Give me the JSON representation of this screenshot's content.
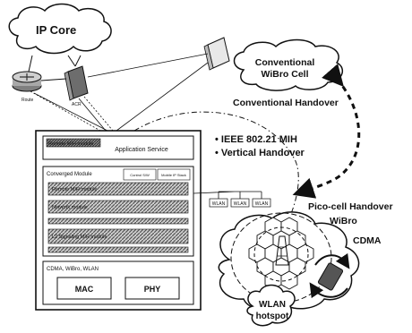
{
  "cloud_ip_core": "IP Core",
  "cloud_conventional": "Conventional WiBro Cell",
  "conv_line1": "Conventional",
  "conv_line2": "WiBro Cell",
  "router_label": "Route",
  "acr_label": "ACR",
  "conventional_handover": "Conventional Handover",
  "ieee_label": "• IEEE 802.21 MIH",
  "vertical_handover": "• Vertical Handover",
  "pico_handover": "Pico-cell Handover",
  "wibro_label": "WiBro",
  "cdma_label": "CDMA",
  "wlan_hotspot_line1": "WLAN",
  "wlan_hotspot_line2": "hotspot",
  "stack": {
    "remote_mih": "Remote MIH module",
    "application_service": "Application Service",
    "converged_module": "Converged Module",
    "control_sw": "Control S/W",
    "mobile_ip": "Mobile IP Stack",
    "remote_mih_module": "Remote MIH module",
    "network_module": "Network module",
    "l2_signaling": "L2 Signaling MIH module",
    "access_title": "CDMA, WiBro, WLAN",
    "mac": "MAC",
    "phy": "PHY"
  },
  "wlan_boxes": [
    "WLAN",
    "WLAN",
    "WLAN"
  ],
  "colors": {
    "line": "#111111",
    "stripe": "#6a6a6a",
    "stripe_light": "#bdbdbd",
    "router": "#9a9a9a",
    "acr": "#777777"
  }
}
